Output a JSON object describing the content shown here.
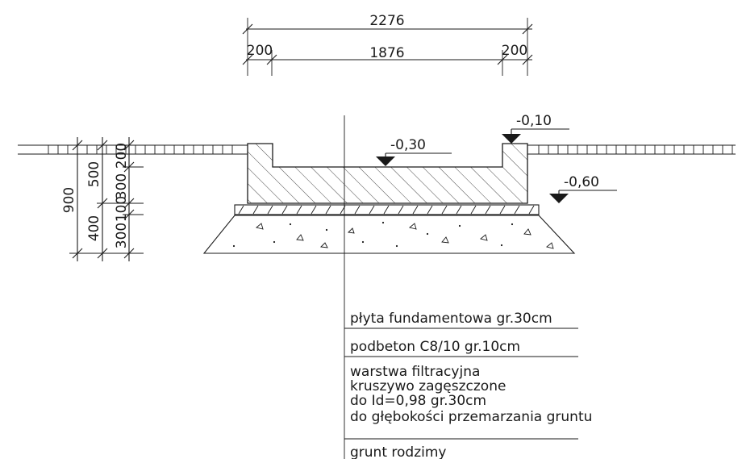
{
  "dimensions": {
    "overall": "2276",
    "left_wall": "200",
    "inner": "1876",
    "right_wall": "200"
  },
  "levels": {
    "top_edge": "-0,10",
    "slab_top": "-0,30",
    "foundation_bottom": "-0,60"
  },
  "vertical_dims": {
    "total": "900",
    "upper": "500",
    "lower": "400",
    "wall": "200",
    "slab": "300",
    "lean": "100",
    "filter": "300"
  },
  "layers": [
    "płyta fundamentowa gr.30cm",
    "podbeton C8/10 gr.10cm",
    "warstwa filtracyjna",
    "kruszywo zagęszczone",
    "do Id=0,98 gr.30cm",
    "do głębokości przemarzania gruntu",
    "grunt rodzimy"
  ],
  "colors": {
    "ink": "#1a1a1a",
    "paper": "#ffffff"
  }
}
